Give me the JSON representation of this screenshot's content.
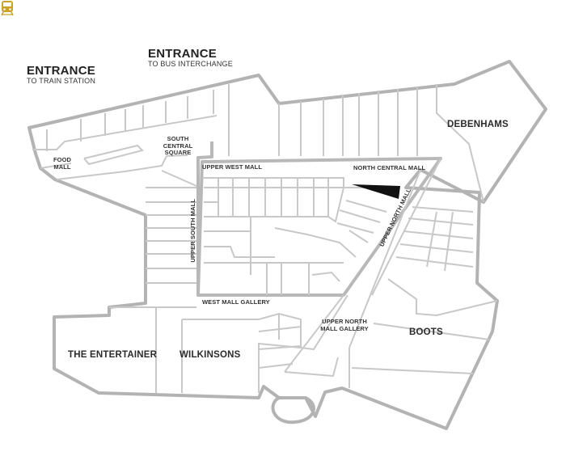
{
  "entrances": {
    "bus": {
      "title": "ENTRANCE",
      "subtitle": "TO BUS INTERCHANGE"
    },
    "train": {
      "title": "ENTRANCE",
      "subtitle": "TO TRAIN STATION",
      "icon": "train-icon",
      "icon_color": "#c9a227"
    }
  },
  "areas": {
    "food_mall": [
      "FOOD",
      "MALL"
    ],
    "south_central_square": [
      "SOUTH",
      "CENTRAL",
      "SQUARE"
    ],
    "upper_west_mall": "UPPER WEST MALL",
    "north_central_mall": "NORTH CENTRAL MALL",
    "upper_north_mall": "UPPER NORTH MALL",
    "upper_south_mall": "UPPER SOUTH MALL",
    "west_mall_gallery": "WEST MALL GALLERY",
    "upper_north_mall_gallery": [
      "UPPER NORTH",
      "MALL GALLERY"
    ]
  },
  "stores": {
    "debenhams": "DEBENHAMS",
    "boots": "BOOTS",
    "the_entertainer": "THE ENTERTAINER",
    "wilkinsons": "WILKINSONS"
  },
  "colors": {
    "outline": "#b3b3b3",
    "walls": "#c8c8c8",
    "highlight": "#111111",
    "text": "#2b2b2b"
  }
}
